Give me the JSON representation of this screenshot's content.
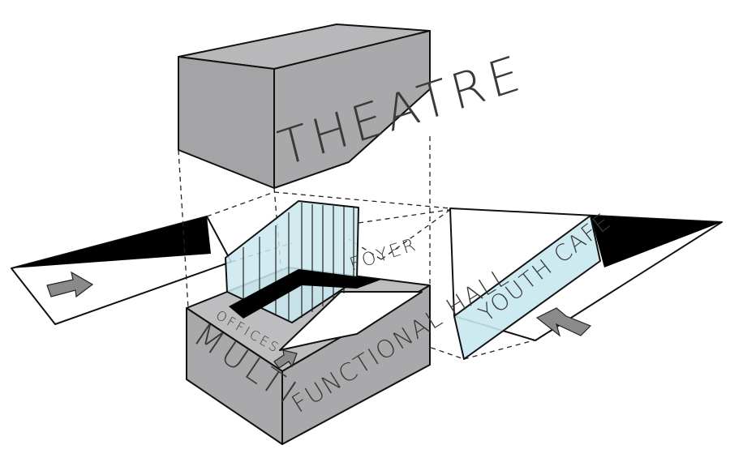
{
  "labels": {
    "theatre": "THEATRE",
    "foyer": "FOYER",
    "offices": "OFFICES",
    "multi": "MULTI",
    "functional_hall": "FUNCTIONAL HALL",
    "youth_cafe": "YOUTH CAFE"
  },
  "colors": {
    "volume_grey": "#a9a9ac",
    "volume_grey_top": "#bdbdbf",
    "glass_blue": "#c9e8ef",
    "arrow_grey": "#8a8a8a",
    "ink": "#111111"
  },
  "icons": {
    "entrance_arrow_left": "arrow-right-icon",
    "entrance_arrow_center": "arrow-up-icon",
    "entrance_arrow_right": "arrow-up-left-icon"
  }
}
